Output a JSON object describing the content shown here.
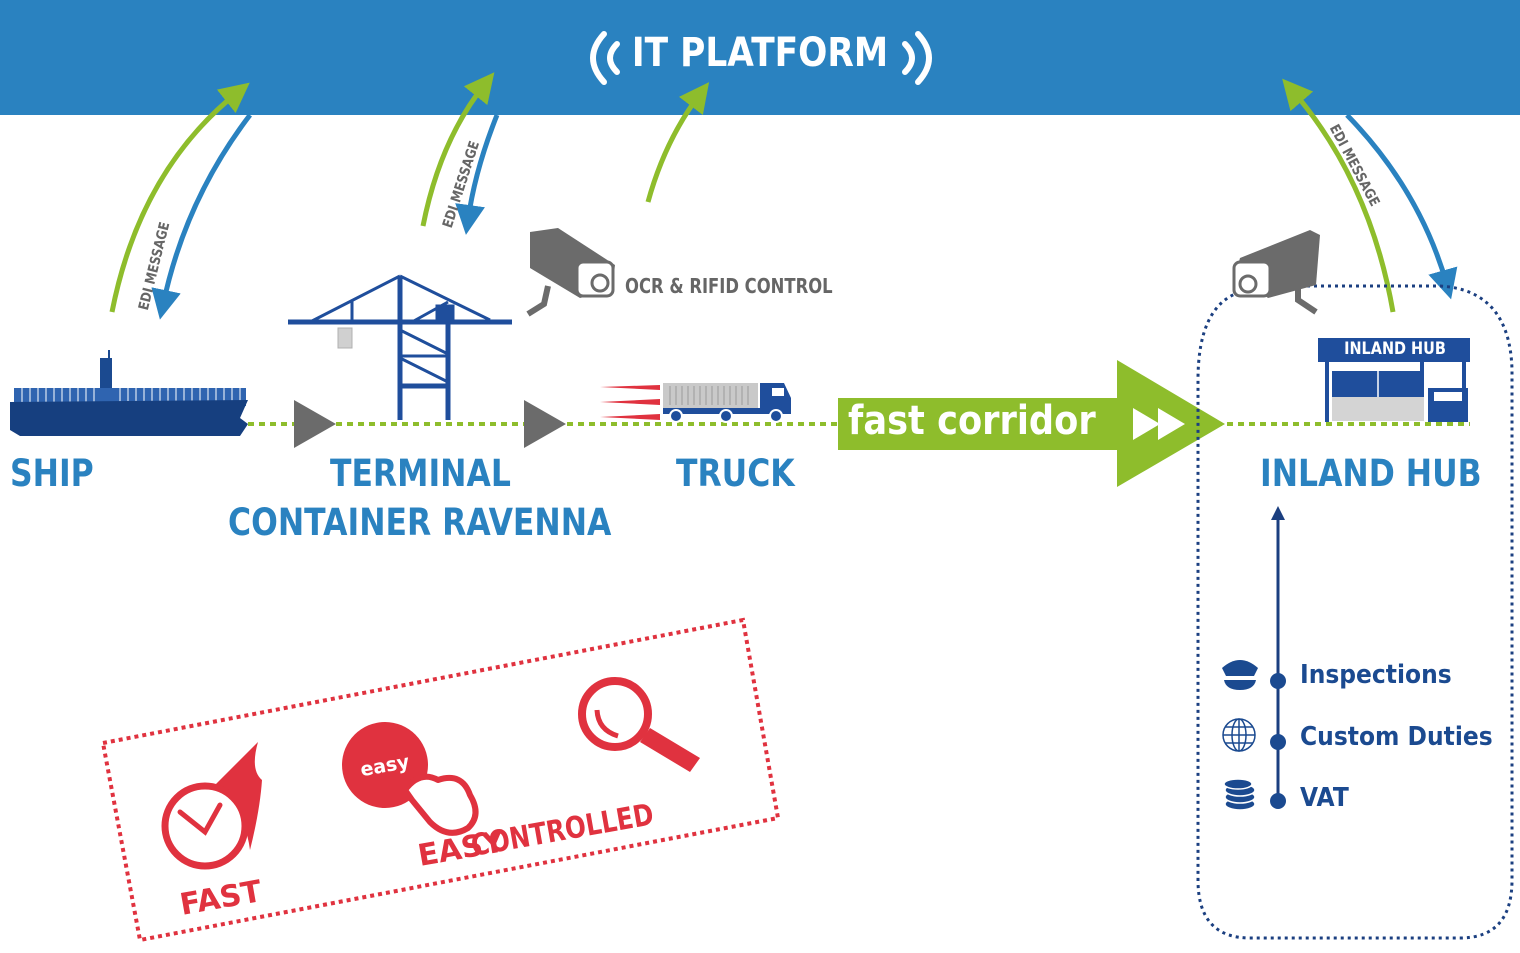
{
  "header": {
    "title": "IT PLATFORM",
    "icon_left": "wifi-signal-left-icon",
    "icon_right": "wifi-signal-right-icon"
  },
  "colors": {
    "banner": "#2a82c0",
    "label_blue": "#2a82c0",
    "dark_blue": "#1b4a90",
    "green": "#8ebd2c",
    "gray": "#6b6b6b",
    "red": "#e0323f"
  },
  "flow": {
    "nodes": [
      {
        "id": "ship",
        "label": "SHIP",
        "icon": "container-ship-icon"
      },
      {
        "id": "terminal",
        "label_line1": "TERMINAL",
        "label_line2": "CONTAINER RAVENNA",
        "icon": "gantry-crane-icon"
      },
      {
        "id": "truck",
        "label": "TRUCK",
        "icon": "truck-icon"
      },
      {
        "id": "inland_hub",
        "label": "INLAND HUB",
        "icon": "warehouse-icon",
        "sign": "INLAND HUB"
      }
    ],
    "edi_label": "EDI MESSAGE",
    "ocr_label": "OCR & RIFID CONTROL",
    "fast_corridor_label": "fast corridor"
  },
  "inland_hub_services": [
    {
      "label": "Inspections",
      "icon": "police-cap-icon"
    },
    {
      "label": "Custom Duties",
      "icon": "globe-icon"
    },
    {
      "label": "VAT",
      "icon": "coins-stack-icon"
    }
  ],
  "features": [
    {
      "label": "FAST",
      "icon": "flaming-clock-icon"
    },
    {
      "label": "EASY",
      "icon": "easy-button-press-icon",
      "button_text": "easy"
    },
    {
      "label": "CONTROLLED",
      "icon": "magnifying-glass-icon"
    }
  ]
}
